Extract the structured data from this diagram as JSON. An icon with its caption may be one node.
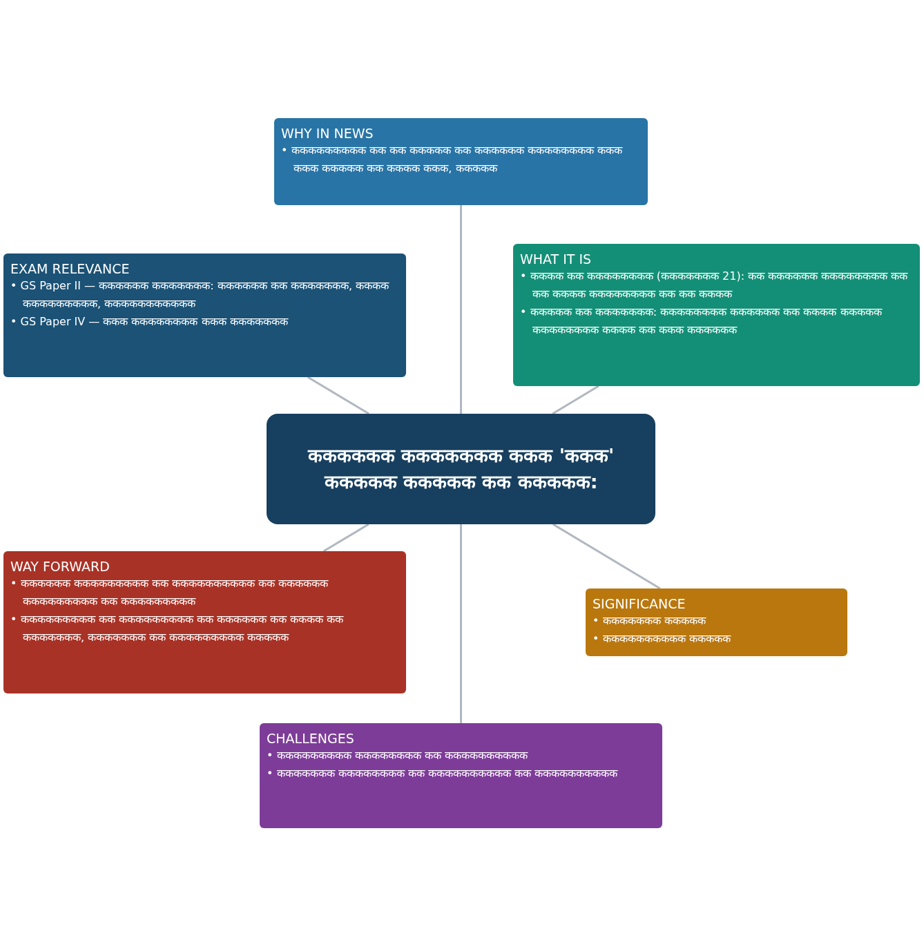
{
  "diagram": {
    "nodes": [
      {
        "text": [
          "WHY IN NEWS",
          "• ककककककककक कक कक ककककक कक कककककक कककककककक ककक ककक ककककक कक कककक ककक, ककककक"
        ]
      },
      {
        "text": [
          "EXAM RELEVANCE",
          "• GS Paper II — कककककक ककककककक: कककककक कक ककककककक, कककक ककककककककक, ककककककककककक",
          "• GS Paper IV — ककक कककककककक ककक ककककककक"
        ]
      },
      {
        "text": [
          "WHAT IT IS",
          "• कककक कक कककककककक (ककककककक 21): कक कककककक कककककककक कक कक कककक कककककककक कक कक कककक",
          "• ककककक कक ककककककक: कककककककक कककककक कक कककक ककककक कककककककक कककक कक ककक कककककक"
        ]
      },
      {
        "text": [
          "कककककक ककककककक ककक 'ककक' ककककक ककककक कक ककककक:"
        ]
      },
      {
        "text": [
          "WAY FORWARD",
          "• कककककक ककककककककक कक कककककककककक कक कककककक ककककककककक कक ककककककककक",
          "• ककककककककक कक ककककककककक कक कककककक कक कककक कक ककककककक, ककककककक कक ककककककककक ककककक"
        ]
      },
      {
        "text": [
          "SIGNIFICANCE",
          "• ककककककक ककककक",
          "• कककककककककक ककककक"
        ]
      },
      {
        "text": [
          "CHALLENGES",
          "• ककककककककक कककककककक कक कककककककककक",
          "• ककककककक कककककककक कक कककककककककक कक कककककककककक"
        ]
      }
    ],
    "edges": [
      {
        "from": 3,
        "to": 0,
        "arrow": "none"
      },
      {
        "from": 3,
        "to": 1,
        "arrow": "none"
      },
      {
        "from": 3,
        "to": 2,
        "arrow": "none"
      },
      {
        "from": 3,
        "to": 4,
        "arrow": "none"
      },
      {
        "from": 3,
        "to": 5,
        "arrow": "none"
      },
      {
        "from": 3,
        "to": 6,
        "arrow": "none"
      }
    ]
  }
}
